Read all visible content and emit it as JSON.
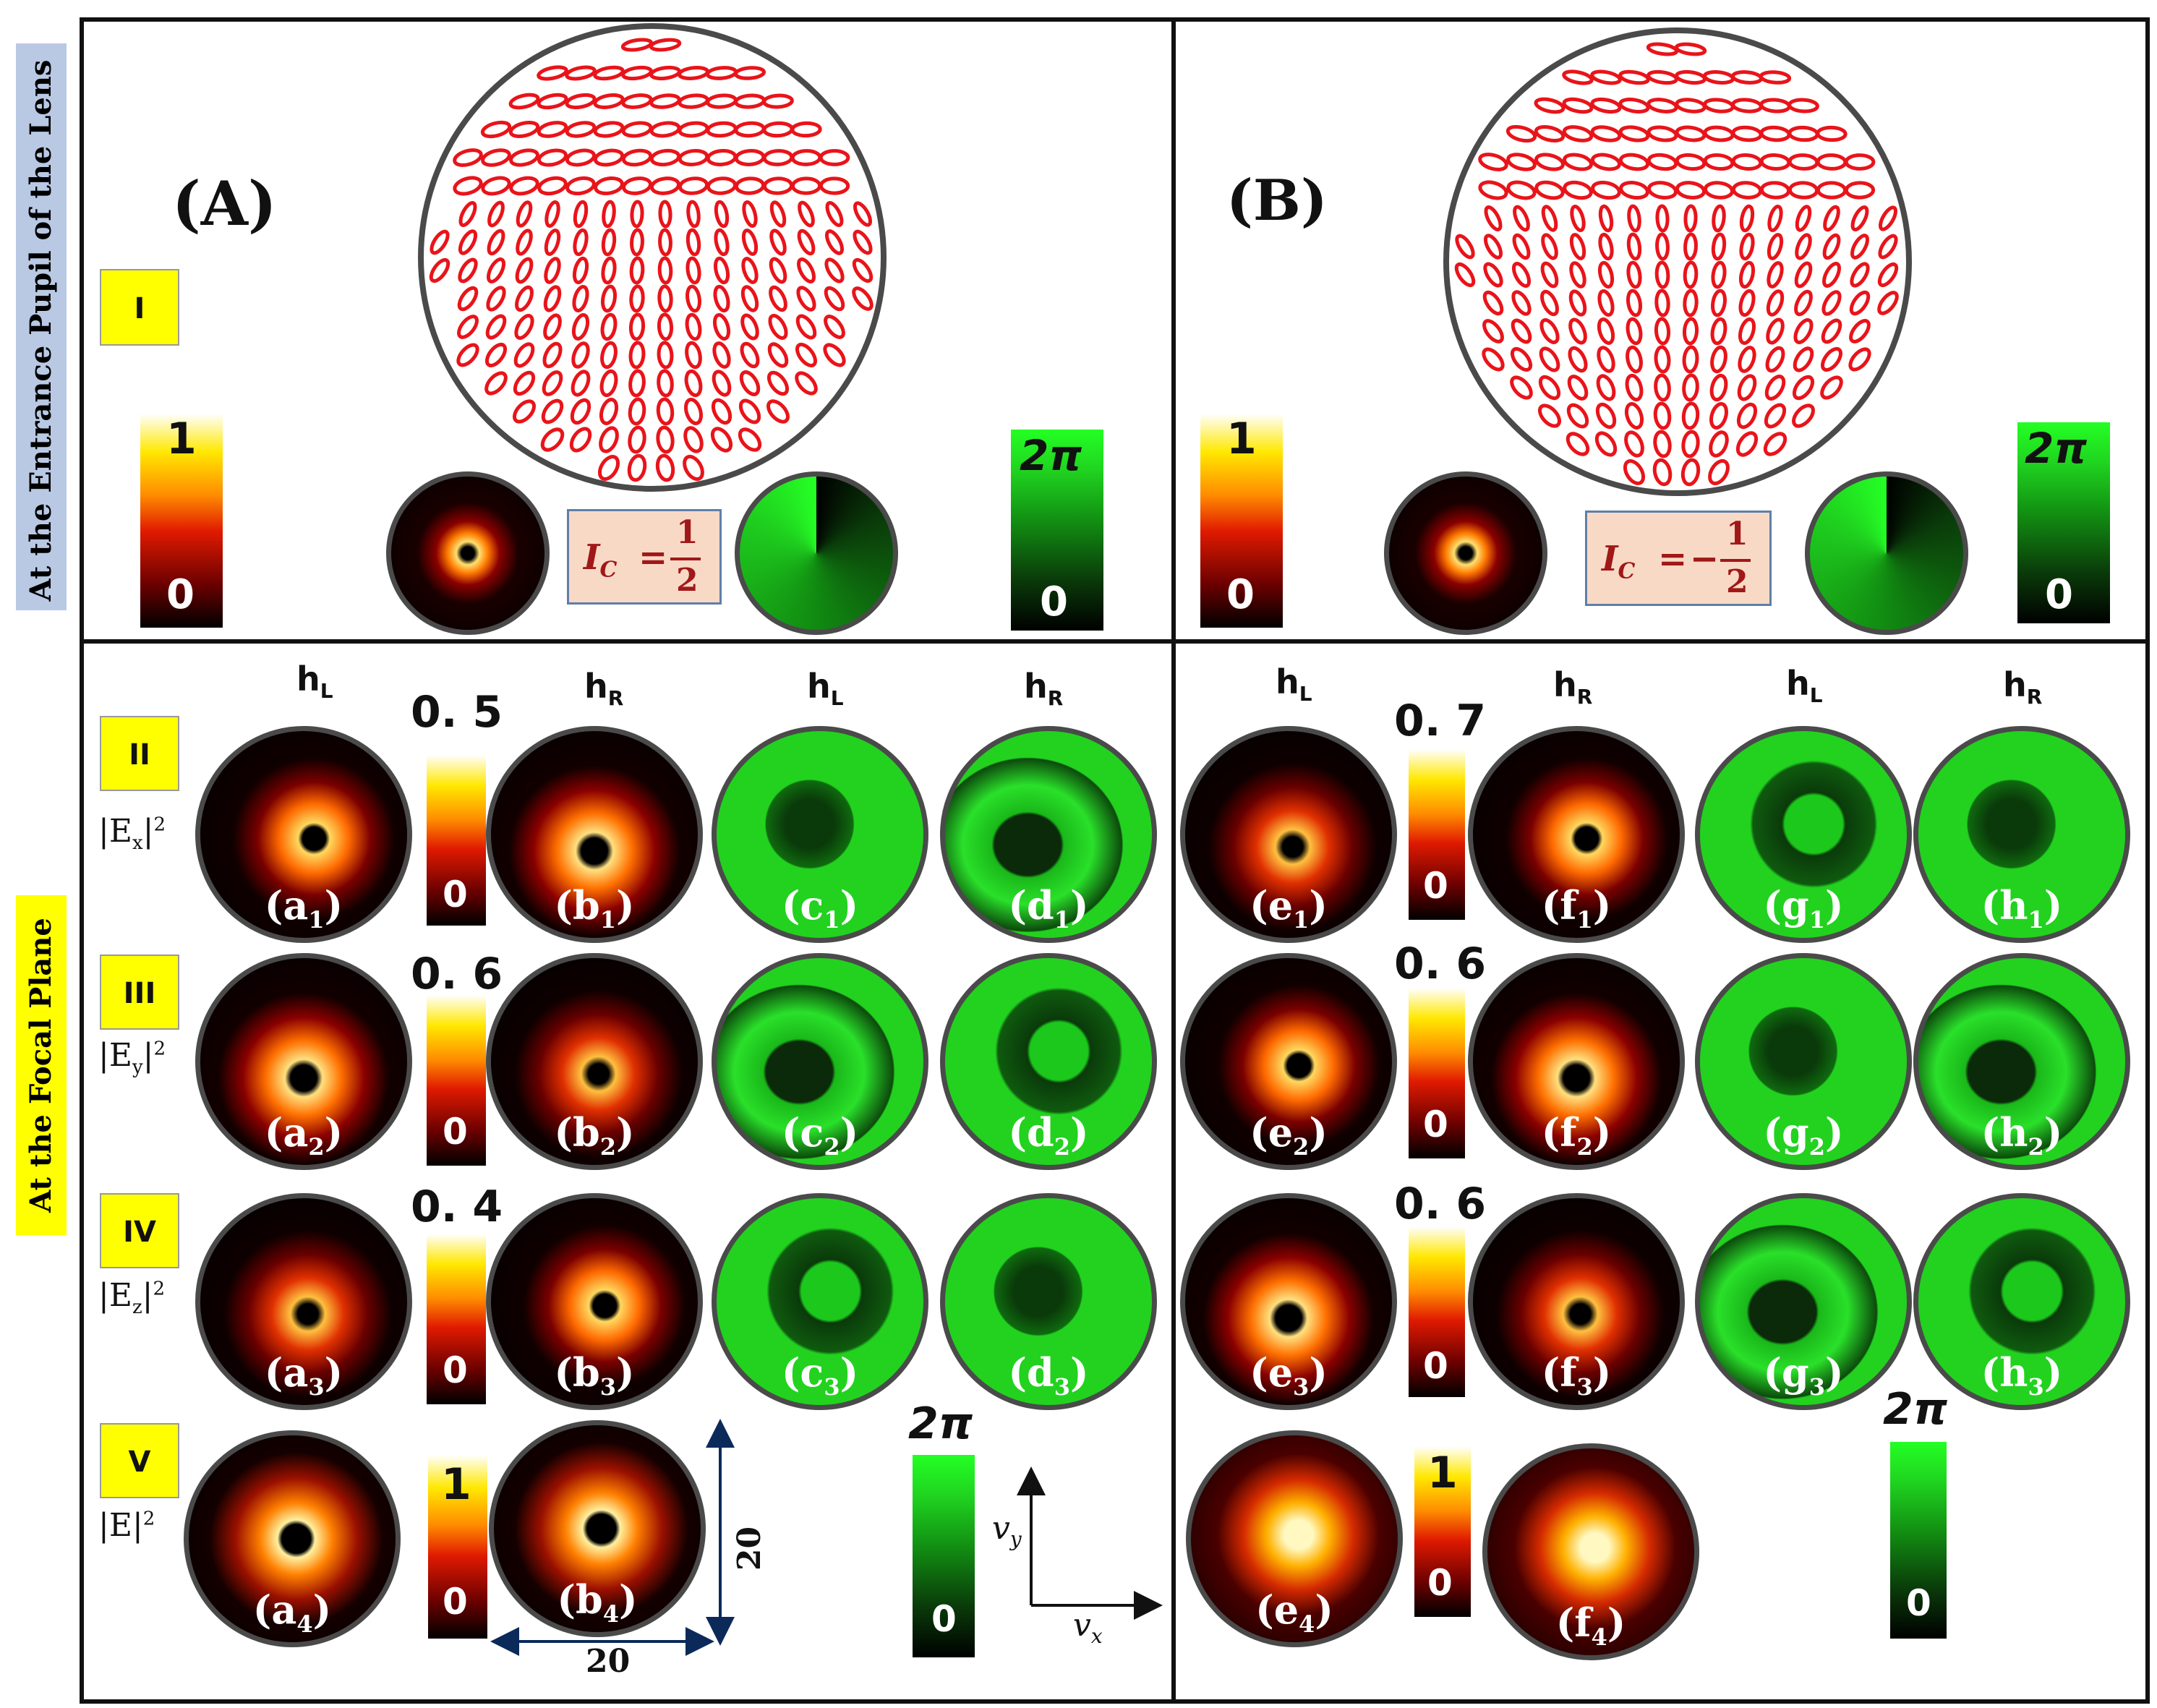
{
  "side_labels": {
    "top": "At the Entrance Pupil of the Lens",
    "bottom": "At the Focal Plane"
  },
  "panels": {
    "A": "(A)",
    "B": "(B)"
  },
  "row_tags": [
    "I",
    "II",
    "III",
    "IV",
    "V"
  ],
  "row_quantities": {
    "ex": {
      "pre": "|E",
      "sub": "x",
      "post": "|",
      "sup": "2"
    },
    "ey": {
      "pre": "|E",
      "sub": "y",
      "post": "|",
      "sup": "2"
    },
    "ez": {
      "pre": "|E",
      "sub": "z",
      "post": "|",
      "sup": "2"
    },
    "e": {
      "pre": "|E|",
      "sup": "2"
    }
  },
  "column_headers": {
    "h": "h",
    "L": "L",
    "R": "R"
  },
  "pupil": {
    "A": {
      "ic_lhs": "I",
      "ic_sub": "C",
      "ic_eq": "=",
      "ic_sign": "",
      "ic_num": "1",
      "ic_den": "2",
      "int_max": "1",
      "int_min": "0",
      "phase_max": "2π",
      "phase_min": "0"
    },
    "B": {
      "ic_lhs": "I",
      "ic_sub": "C",
      "ic_eq": "=",
      "ic_sign": "−",
      "ic_num": "1",
      "ic_den": "2",
      "int_max": "1",
      "int_min": "0",
      "phase_max": "2π",
      "phase_min": "0"
    }
  },
  "colorbars": {
    "A_II": {
      "max": "0. 5",
      "min": "0"
    },
    "A_III": {
      "max": "0. 6",
      "min": "0"
    },
    "A_IV": {
      "max": "0. 4",
      "min": "0"
    },
    "A_V": {
      "max": "1",
      "min": "0"
    },
    "A_phase": {
      "max": "2π",
      "min": "0"
    },
    "B_II": {
      "max": "0. 7",
      "min": "0"
    },
    "B_III": {
      "max": "0. 6",
      "min": "0"
    },
    "B_IV": {
      "max": "0. 6",
      "min": "0"
    },
    "B_V": {
      "max": "1",
      "min": "0"
    },
    "B_phase": {
      "max": "2π",
      "min": "0"
    }
  },
  "scale": {
    "horizontal": "20",
    "vertical": "20"
  },
  "axes": {
    "vy": "v",
    "vy_sub": "y",
    "vx": "v",
    "vx_sub": "x"
  },
  "sublabels": {
    "a1": [
      "a",
      "1"
    ],
    "b1": [
      "b",
      "1"
    ],
    "c1": [
      "c",
      "1"
    ],
    "d1": [
      "d",
      "1"
    ],
    "e1": [
      "e",
      "1"
    ],
    "f1": [
      "f",
      "1"
    ],
    "g1": [
      "g",
      "1"
    ],
    "h1": [
      "h",
      "1"
    ],
    "a2": [
      "a",
      "2"
    ],
    "b2": [
      "b",
      "2"
    ],
    "c2": [
      "c",
      "2"
    ],
    "d2": [
      "d",
      "2"
    ],
    "e2": [
      "e",
      "2"
    ],
    "f2": [
      "f",
      "2"
    ],
    "g2": [
      "g",
      "2"
    ],
    "h2": [
      "h",
      "2"
    ],
    "a3": [
      "a",
      "3"
    ],
    "b3": [
      "b",
      "3"
    ],
    "c3": [
      "c",
      "3"
    ],
    "d3": [
      "d",
      "3"
    ],
    "e3": [
      "e",
      "3"
    ],
    "f3": [
      "f",
      "3"
    ],
    "g3": [
      "g",
      "3"
    ],
    "h3": [
      "h",
      "3"
    ],
    "a4": [
      "a",
      "4"
    ],
    "b4": [
      "b",
      "4"
    ],
    "e4": [
      "e",
      "4"
    ],
    "f4": [
      "f",
      "4"
    ]
  },
  "colors": {
    "ellipse": "#e8141a",
    "frame": "#111111",
    "tag": "#ffff00",
    "green": "#22d21f"
  }
}
